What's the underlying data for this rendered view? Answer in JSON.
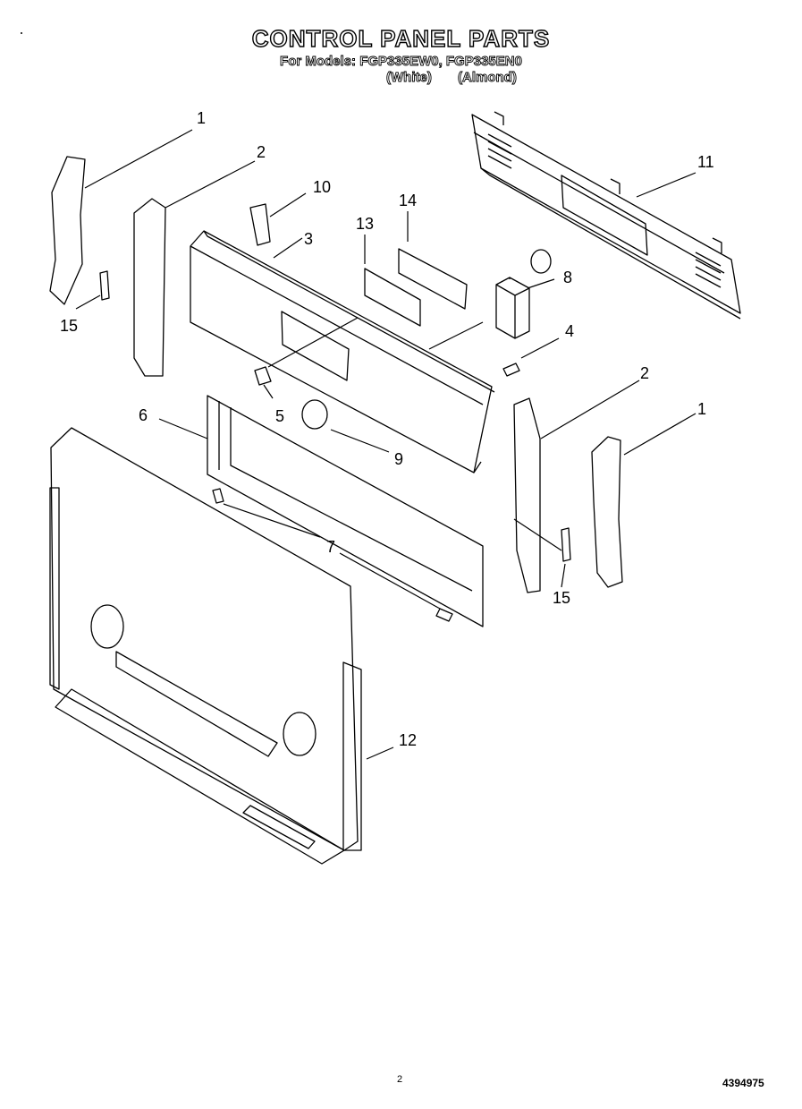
{
  "header": {
    "title": "CONTROL PANEL PARTS",
    "subtitle": "For Models: FGP335EW0, FGP335EN0",
    "variant_white": "(White)",
    "variant_almond": "(Almond)"
  },
  "callouts": {
    "c1a": "1",
    "c2a": "2",
    "c10": "10",
    "c3": "3",
    "c13": "13",
    "c14": "14",
    "c11": "11",
    "c8": "8",
    "c4": "4",
    "c15a": "15",
    "c2b": "2",
    "c1b": "1",
    "c5": "5",
    "c6": "6",
    "c9": "9",
    "c7": "7",
    "c15b": "15",
    "c12": "12"
  },
  "footer": {
    "page_number": "2",
    "part_number": "4394975"
  }
}
